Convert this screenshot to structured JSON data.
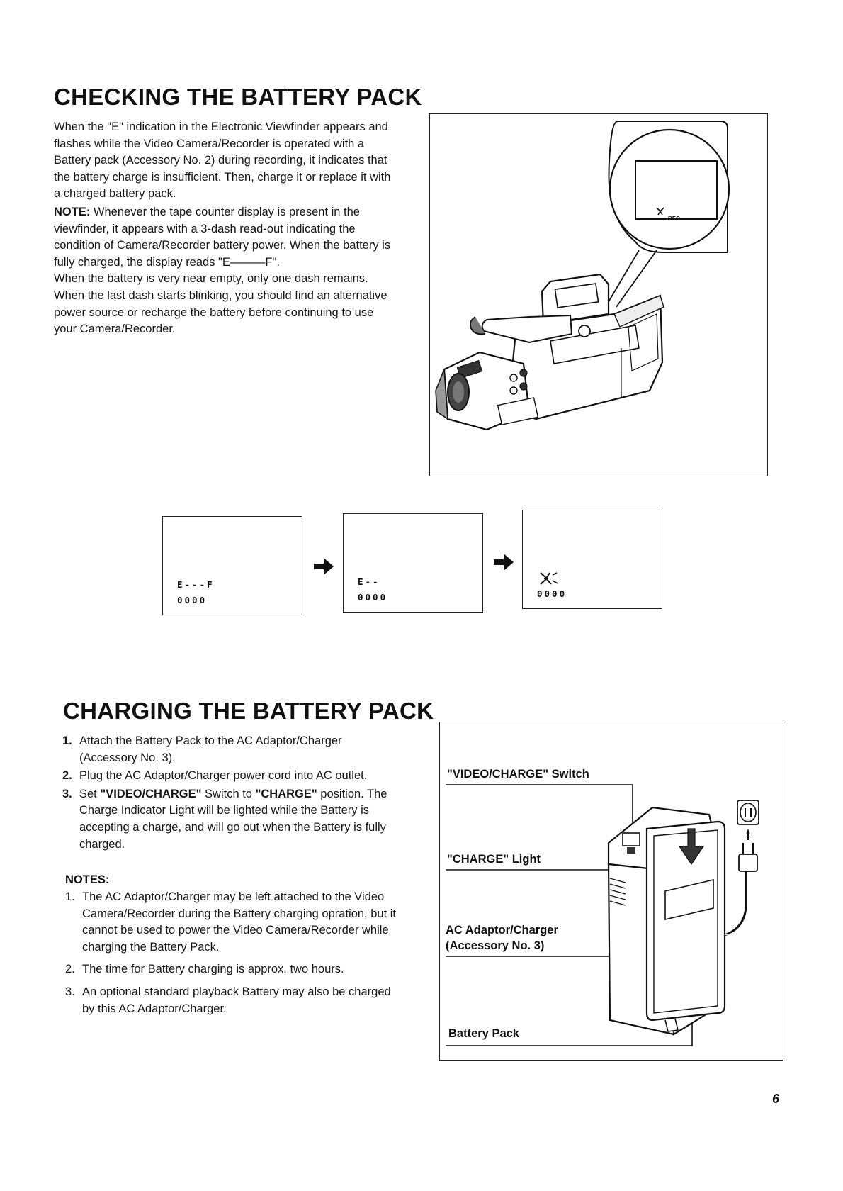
{
  "section1": {
    "title": "CHECKING THE BATTERY PACK",
    "para1": "When the \"E\" indication in the Electronic Viewfinder appears and flashes while the Video Camera/Recorder is operated with a Battery pack (Accessory No. 2) during recording, it indicates that the battery charge is insufficient. Then, charge it or replace it with a charged battery pack.",
    "note_label": "NOTE:",
    "note_text": " Whenever the tape counter display is present in the viewfinder, it appears with a 3-dash read-out indicating the condition of Camera/Recorder battery power. When the battery is fully charged, the display reads \"E———F\".",
    "para3": "When the battery is very near empty, only one dash remains. When the last dash starts blinking, you should find an alternative power source or recharge the battery before continuing to use your Camera/Recorder.",
    "inset_rec_label": "REC"
  },
  "viewfinders": [
    {
      "line1": "E---F",
      "line2": "0000"
    },
    {
      "line1": "E--",
      "line2": "0000"
    },
    {
      "line1": "",
      "line2": "0000"
    }
  ],
  "section2": {
    "title": "CHARGING THE BATTERY PACK",
    "steps": [
      {
        "num": "1.",
        "text": "Attach the Battery Pack to the AC Adaptor/Charger (Accessory No. 3)."
      },
      {
        "num": "2.",
        "text": "Plug the AC Adaptor/Charger power cord into AC outlet."
      },
      {
        "num": "3.",
        "pre": "Set ",
        "bold1": "\"VIDEO/CHARGE\"",
        "mid": " Switch to ",
        "bold2": "\"CHARGE\"",
        "post": " position. The Charge Indicator Light will be lighted while the Battery is accepting a charge, and will go out when the Battery is fully charged."
      }
    ],
    "notes_head": "NOTES:",
    "notes": [
      {
        "num": "1.",
        "text": "The AC Adaptor/Charger may be left attached to the Video Camera/Recorder during the Battery charging opration, but it cannot be used to power the Video Camera/Recorder while charging the Battery Pack."
      },
      {
        "num": "2.",
        "text": "The time for Battery charging is approx. two hours."
      },
      {
        "num": "3.",
        "text": "An optional standard playback Battery may also be charged by this AC Adaptor/Charger."
      }
    ],
    "labels": {
      "switch": "\"VIDEO/CHARGE\" Switch",
      "light": "\"CHARGE\" Light",
      "adaptor1": "AC Adaptor/Charger",
      "adaptor2": "(Accessory No. 3)",
      "battery": "Battery Pack"
    }
  },
  "page_number": "6"
}
